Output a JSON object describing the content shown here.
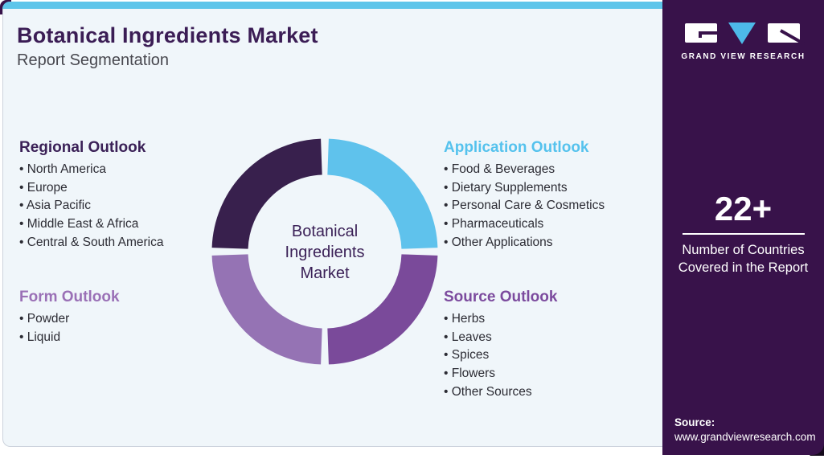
{
  "header": {
    "title": "Botanical Ingredients Market",
    "subtitle": "Report Segmentation"
  },
  "sections": [
    {
      "title": "Regional Outlook",
      "color": "#3b2157",
      "items": [
        "North America",
        "Europe",
        "Asia Pacific",
        "Middle East & Africa",
        "Central & South America"
      ]
    },
    {
      "title": "Application Outlook",
      "color": "#55c2ed",
      "items": [
        "Food & Beverages",
        "Dietary Supplements",
        "Personal Care & Cosmetics",
        "Pharmaceuticals",
        "Other Applications"
      ]
    },
    {
      "title": "Form Outlook",
      "color": "#9a70b6",
      "items": [
        "Powder",
        "Liquid"
      ]
    },
    {
      "title": "Source Outlook",
      "color": "#7c4b9e",
      "items": [
        "Herbs",
        "Leaves",
        "Spices",
        "Flowers",
        "Other Sources"
      ]
    }
  ],
  "chart_data": {
    "type": "pie",
    "subtype": "donut",
    "title": "Botanical Ingredients Market",
    "center_lines": [
      "Botanical",
      "Ingredients",
      "Market"
    ],
    "legend_position": "none",
    "segments": [
      {
        "label": "Application Outlook",
        "value": 25,
        "color": "#5fc2ec",
        "position": "top-right"
      },
      {
        "label": "Source Outlook",
        "value": 25,
        "color": "#7a4a9a",
        "position": "bottom-right"
      },
      {
        "label": "Form Outlook",
        "value": 25,
        "color": "#9573b4",
        "position": "bottom-left"
      },
      {
        "label": "Regional Outlook",
        "value": 25,
        "color": "#38204d",
        "position": "top-left"
      }
    ]
  },
  "sidebar": {
    "brand": "GRAND VIEW RESEARCH",
    "accent_color": "#4db9e8",
    "background_color": "#38124a",
    "stat_value": "22+",
    "stat_label_line1": "Number of Countries",
    "stat_label_line2": "Covered in the Report",
    "source_label": "Source:",
    "source_url": "www.grandviewresearch.com"
  }
}
